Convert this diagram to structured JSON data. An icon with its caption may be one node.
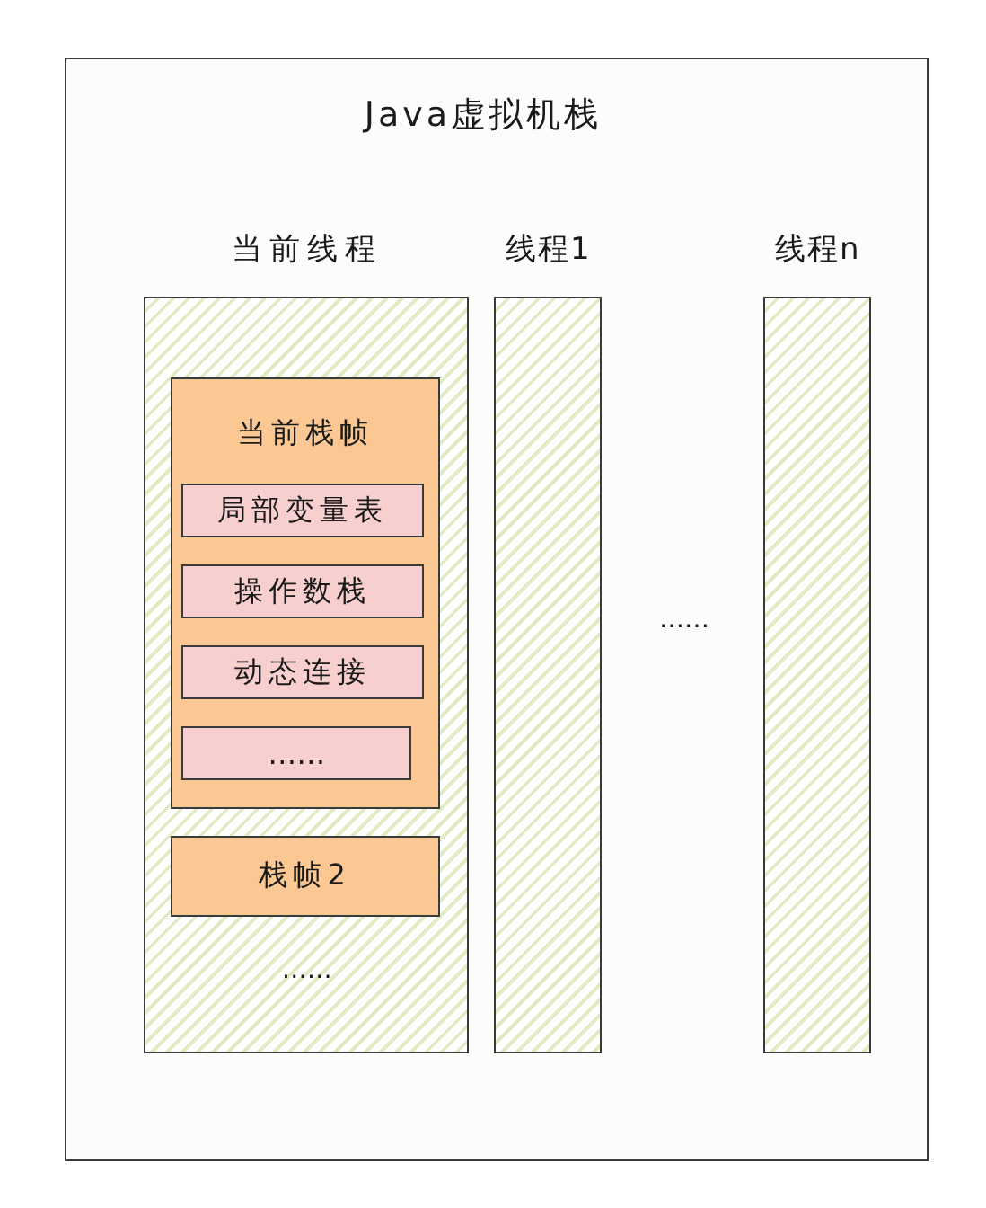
{
  "diagram": {
    "nodes": [
      {
        "text": [
          "Java虚拟机栈"
        ]
      },
      {
        "text": [
          "当前线程",
          "……"
        ],
        "in": 0
      },
      {
        "text": [
          "当前栈帧"
        ],
        "in": 1
      },
      {
        "text": [
          "局部变量表"
        ],
        "in": 2
      },
      {
        "text": [
          "操作数栈"
        ],
        "in": 2
      },
      {
        "text": [
          "动态连接"
        ],
        "in": 2
      },
      {
        "text": [
          "……"
        ],
        "in": 2
      },
      {
        "text": [
          "栈帧2"
        ],
        "in": 1
      },
      {
        "text": [
          "线程1"
        ],
        "in": 0
      },
      {
        "text": [
          "线程n"
        ],
        "in": 0
      }
    ],
    "labels": [
      "……"
    ]
  }
}
